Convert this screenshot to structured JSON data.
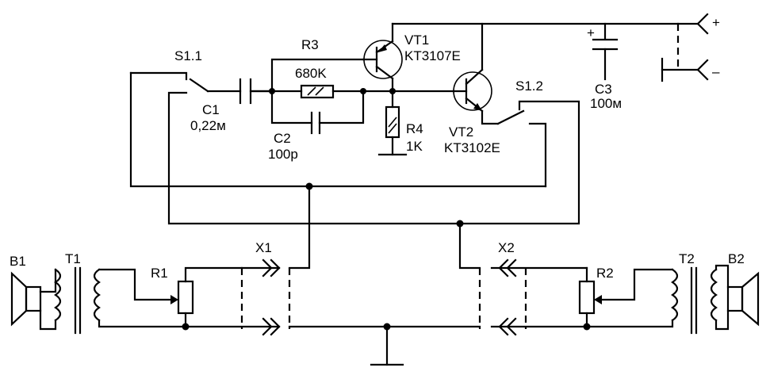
{
  "diagram": {
    "components": {
      "s1_1": {
        "label": "S1.1"
      },
      "s1_2": {
        "label": "S1.2"
      },
      "c1": {
        "label": "C1",
        "value": "0,22м"
      },
      "c2": {
        "label": "C2",
        "value": "100р"
      },
      "c3": {
        "label": "C3",
        "value": "100м",
        "polarity": "+"
      },
      "r1": {
        "label": "R1"
      },
      "r2": {
        "label": "R2"
      },
      "r3": {
        "label": "R3",
        "value": "680K"
      },
      "r4": {
        "label": "R4",
        "value": "1K"
      },
      "vt1": {
        "label": "VT1",
        "part": "KT3107E"
      },
      "vt2": {
        "label": "VT2",
        "part": "KT3102E"
      },
      "t1": {
        "label": "T1"
      },
      "t2": {
        "label": "T2"
      },
      "b1": {
        "label": "B1"
      },
      "b2": {
        "label": "B2"
      },
      "x1": {
        "label": "X1"
      },
      "x2": {
        "label": "X2"
      },
      "battery": {
        "plus": "+",
        "minus": "–"
      }
    }
  }
}
